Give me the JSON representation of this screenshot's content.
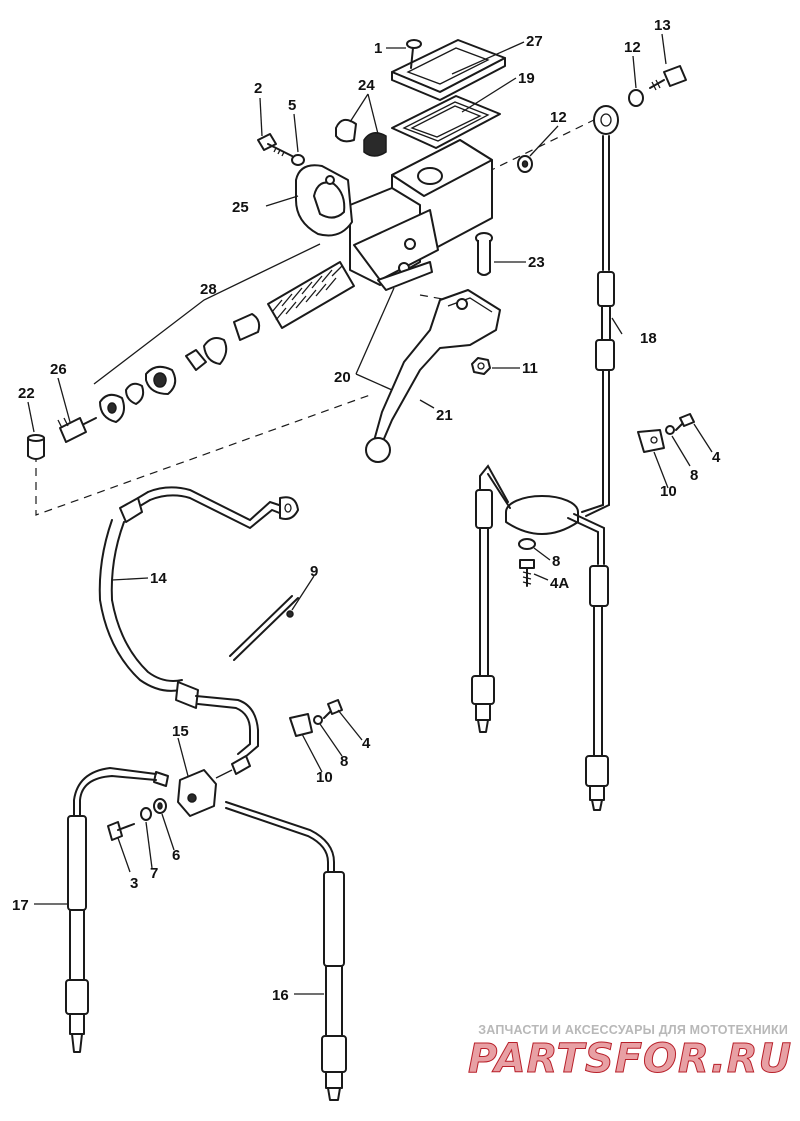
{
  "diagram": {
    "callouts": {
      "c1": "1",
      "c2": "2",
      "c3": "3",
      "c4a": "4",
      "c4b": "4",
      "c4A": "4A",
      "c5": "5",
      "c6": "6",
      "c7": "7",
      "c8a": "8",
      "c8b": "8",
      "c8c": "8",
      "c9": "9",
      "c10a": "10",
      "c10b": "10",
      "c11": "11",
      "c12a": "12",
      "c12b": "12",
      "c13": "13",
      "c14": "14",
      "c15": "15",
      "c16": "16",
      "c17": "17",
      "c18": "18",
      "c19": "19",
      "c20": "20",
      "c21": "21",
      "c22": "22",
      "c23": "23",
      "c24": "24",
      "c25": "25",
      "c26": "26",
      "c27": "27",
      "c28": "28"
    }
  },
  "watermark": {
    "caption": "ЗАПЧАСТИ И АКСЕССУАРЫ ДЛЯ МОТОТЕХНИКИ",
    "logo_left": "PARTS",
    "logo_right": "FOR.RU",
    "logo_color": "#e8a0a4",
    "logo_accent": "#b8202a"
  }
}
